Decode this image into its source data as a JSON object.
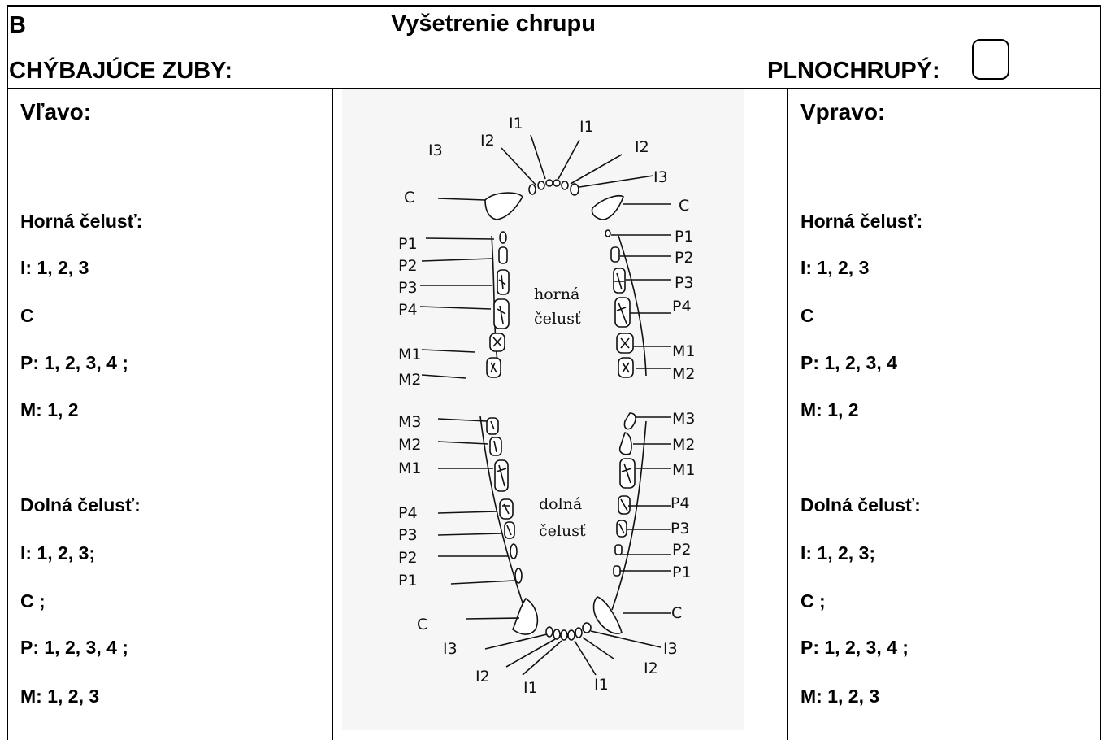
{
  "header": {
    "section_letter": "B",
    "title": "Vyšetrenie chrupu",
    "missing_teeth_label": "CHÝBAJÚCE ZUBY:",
    "full_dentition_label": "PLNOCHRUPÝ:"
  },
  "left": {
    "heading": "Vľavo:",
    "upper_jaw": "Horná čelusť:",
    "upper_items": [
      "I: 1,  2,  3",
      "C",
      "P: 1,  2,  3,  4 ;",
      "M: 1,  2"
    ],
    "lower_jaw": "Dolná čelusť:",
    "lower_items": [
      "I: 1,  2,  3;",
      "C ;",
      "P: 1,  2,  3,  4 ;",
      "M: 1,  2,  3"
    ]
  },
  "right": {
    "heading": "Vpravo:",
    "upper_jaw": "Horná čelusť:",
    "upper_items": [
      "I: 1,  2,  3",
      "C",
      "P: 1,  2,  3,  4",
      "M: 1,  2"
    ],
    "lower_jaw": "Dolná čelusť:",
    "lower_items": [
      "I: 1,  2,  3;",
      "C ;",
      "P: 1,  2,  3,  4 ;",
      "M: 1,  2,  3"
    ]
  },
  "diagram": {
    "upper_label_1": "horná",
    "upper_label_2": "čelusť",
    "lower_label_1": "dolná",
    "lower_label_2": "čelusť",
    "tooth_labels": {
      "i1": "I1",
      "i2": "I2",
      "i3": "I3",
      "c": "C",
      "p1": "P1",
      "p2": "P2",
      "p3": "P3",
      "p4": "P4",
      "m1": "M1",
      "m2": "M2",
      "m3": "M3"
    }
  }
}
